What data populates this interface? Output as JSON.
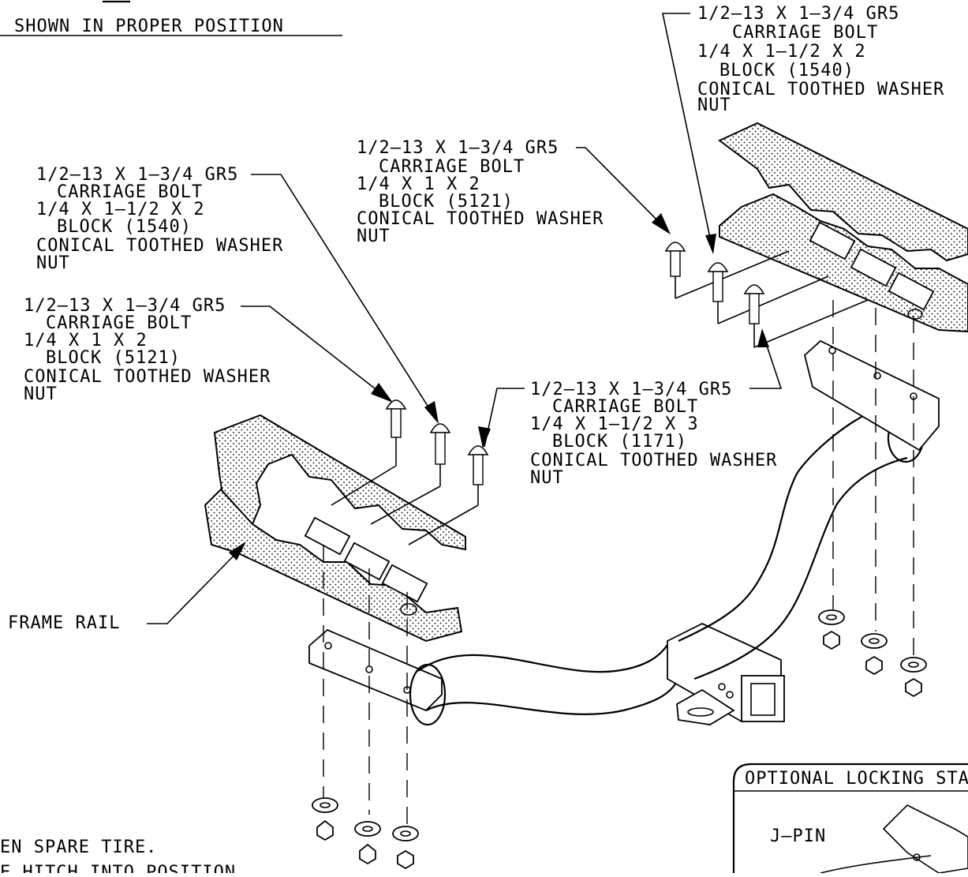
{
  "header": {
    "shown_in_proper_position": "SHOWN IN PROPER POSITION"
  },
  "callouts": {
    "top_right": {
      "line1": "1/2–13 X 1–3/4 GR5",
      "line2": "CARRIAGE BOLT",
      "line3": "1/4 X 1–1/2 X 2",
      "line4": "BLOCK (1540)",
      "line5": "CONICAL TOOTHED WASHER",
      "line6": "NUT"
    },
    "center_top": {
      "line1": "1/2–13 X 1–3/4 GR5",
      "line2": "CARRIAGE BOLT",
      "line3": "1/4 X 1 X 2",
      "line4": "BLOCK (5121)",
      "line5": "CONICAL TOOTHED WASHER",
      "line6": "NUT"
    },
    "left_upper": {
      "line1": "1/2–13 X 1–3/4 GR5",
      "line2": "CARRIAGE BOLT",
      "line3": "1/4 X 1–1/2 X 2",
      "line4": "BLOCK (1540)",
      "line5": "CONICAL TOOTHED WASHER",
      "line6": "NUT"
    },
    "left_lower": {
      "line1": "1/2–13 X 1–3/4 GR5",
      "line2": "CARRIAGE BOLT",
      "line3": "1/4 X 1 X 2",
      "line4": "BLOCK (5121)",
      "line5": "CONICAL TOOTHED WASHER",
      "line6": "NUT"
    },
    "center_mid": {
      "line1": "1/2–13 X 1–3/4 GR5",
      "line2": "CARRIAGE BOLT",
      "line3": "1/4 X 1–1/2 X 3",
      "line4": "BLOCK (1171)",
      "line5": "CONICAL TOOTHED WASHER",
      "line6": "NUT"
    }
  },
  "labels": {
    "frame_rail": "FRAME RAIL",
    "optional_box_title": "OPTIONAL LOCKING STAB",
    "j_pin": "J–PIN",
    "note_spare_tire": "EN SPARE TIRE.",
    "note_partial": "E HITCH INTO POSITION"
  }
}
